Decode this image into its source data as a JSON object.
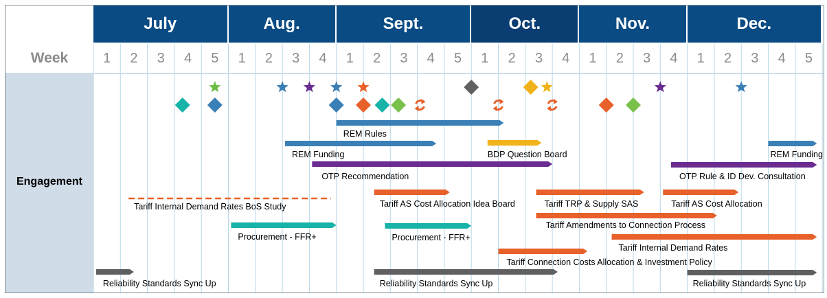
{
  "colors": {
    "header": "#0b4b83",
    "header_dark": "#0a3e72",
    "grid": "#b7d9ea",
    "side_panel": "#d0dce7",
    "blue": "#3a7fb6",
    "purple": "#6a2c91",
    "teal": "#17b3a8",
    "orange": "#e8612a",
    "green": "#6ebd45",
    "gold": "#f0b31b",
    "grey": "#606060",
    "light_green": "#79c14b"
  },
  "months": [
    {
      "name": "July",
      "weeks": [
        "1",
        "2",
        "3",
        "4",
        "5"
      ]
    },
    {
      "name": "Aug.",
      "weeks": [
        "1",
        "2",
        "3",
        "4"
      ]
    },
    {
      "name": "Sept.",
      "weeks": [
        "1",
        "2",
        "3",
        "4",
        "5"
      ]
    },
    {
      "name": "Oct.",
      "weeks": [
        "1",
        "2",
        "3",
        "4"
      ]
    },
    {
      "name": "Nov.",
      "weeks": [
        "1",
        "2",
        "3",
        "4"
      ]
    },
    {
      "name": "Dec.",
      "weeks": [
        "1",
        "2",
        "3",
        "4",
        "5"
      ]
    }
  ],
  "week_label": "Week",
  "row_label": "Engagement",
  "chart_data": {
    "type": "gantt",
    "bars": [
      {
        "label": "REM Rules",
        "color": "blue",
        "start": 9.0,
        "end": 15.2,
        "style": "arrow"
      },
      {
        "label": "REM Funding",
        "color": "blue",
        "start": 7.1,
        "end": 12.7,
        "style": "arrow"
      },
      {
        "label": "BDP Question Board",
        "color": "gold",
        "start": 14.6,
        "end": 16.6,
        "style": "arrow"
      },
      {
        "label": "REM Funding",
        "color": "blue",
        "start": 25.0,
        "end": 26.8,
        "style": "arrow"
      },
      {
        "label": "OTP Recommendation",
        "color": "purple",
        "start": 8.1,
        "end": 17.0,
        "style": "arrow"
      },
      {
        "label": "OTP Rule & ID Dev. Consultation",
        "color": "purple",
        "start": 21.4,
        "end": 26.8,
        "style": "arrow"
      },
      {
        "label": "Tariff Internal Demand Rates BoS Study",
        "color": "orange",
        "start": 1.3,
        "end": 8.8,
        "style": "dashed"
      },
      {
        "label": "Tariff AS Cost Allocation Idea Board",
        "color": "orange",
        "start": 10.4,
        "end": 13.2,
        "style": "arrow"
      },
      {
        "label": "Tariff  TRP & Supply SAS",
        "color": "orange",
        "start": 16.4,
        "end": 20.4,
        "style": "arrow"
      },
      {
        "label": "Tariff AS Cost Allocation",
        "color": "orange",
        "start": 21.1,
        "end": 23.9,
        "style": "arrow"
      },
      {
        "label": "Tariff Amendments to Connection Process",
        "color": "orange",
        "start": 16.4,
        "end": 23.1,
        "style": "arrow"
      },
      {
        "label": "Procurement - FFR+",
        "color": "teal",
        "start": 5.1,
        "end": 9.0,
        "style": "arrow"
      },
      {
        "label": "Procurement - FFR+",
        "color": "teal",
        "start": 10.8,
        "end": 14.0,
        "style": "arrow"
      },
      {
        "label": "Tariff Internal Demand Rates",
        "color": "orange",
        "start": 19.2,
        "end": 26.8,
        "style": "arrow"
      },
      {
        "label": "Tariff Connection Costs Allocation & Investment Policy",
        "color": "orange",
        "start": 15.0,
        "end": 18.3,
        "style": "arrow"
      },
      {
        "label": "Reliability Standards Sync Up",
        "color": "grey",
        "start": 0.1,
        "end": 1.5,
        "style": "arrow"
      },
      {
        "label": "Reliability Standards Sync Up",
        "color": "grey",
        "start": 10.4,
        "end": 17.2,
        "style": "arrow"
      },
      {
        "label": "Reliability Standards Sync Up",
        "color": "grey",
        "start": 22.0,
        "end": 26.8,
        "style": "arrow"
      }
    ],
    "milestones": [
      {
        "shape": "star",
        "color": "green",
        "week": 4.5,
        "row": 0
      },
      {
        "shape": "star",
        "color": "blue",
        "week": 7.0,
        "row": 0
      },
      {
        "shape": "star",
        "color": "purple",
        "week": 8.0,
        "row": 0
      },
      {
        "shape": "star",
        "color": "blue",
        "week": 9.0,
        "row": 0
      },
      {
        "shape": "star",
        "color": "orange",
        "week": 10.0,
        "row": 0
      },
      {
        "shape": "diamond",
        "color": "grey",
        "week": 14.0,
        "row": 0
      },
      {
        "shape": "diamond",
        "color": "gold",
        "week": 16.2,
        "row": 0
      },
      {
        "shape": "star",
        "color": "gold",
        "week": 16.8,
        "row": 0
      },
      {
        "shape": "star",
        "color": "purple",
        "week": 21.0,
        "row": 0
      },
      {
        "shape": "star",
        "color": "blue",
        "week": 24.0,
        "row": 0
      },
      {
        "shape": "diamond",
        "color": "teal",
        "week": 3.3,
        "row": 1
      },
      {
        "shape": "diamond",
        "color": "blue",
        "week": 4.5,
        "row": 1
      },
      {
        "shape": "diamond",
        "color": "blue",
        "week": 9.0,
        "row": 1
      },
      {
        "shape": "diamond",
        "color": "orange",
        "week": 10.0,
        "row": 1
      },
      {
        "shape": "diamond",
        "color": "teal",
        "week": 10.7,
        "row": 1
      },
      {
        "shape": "diamond",
        "color": "light_green",
        "week": 11.3,
        "row": 1
      },
      {
        "shape": "cycle",
        "color": "orange",
        "week": 12.1,
        "row": 1
      },
      {
        "shape": "cycle",
        "color": "orange",
        "week": 15.0,
        "row": 1
      },
      {
        "shape": "cycle",
        "color": "orange",
        "week": 17.0,
        "row": 1
      },
      {
        "shape": "diamond",
        "color": "orange",
        "week": 19.0,
        "row": 1
      },
      {
        "shape": "diamond",
        "color": "light_green",
        "week": 20.0,
        "row": 1
      }
    ]
  }
}
